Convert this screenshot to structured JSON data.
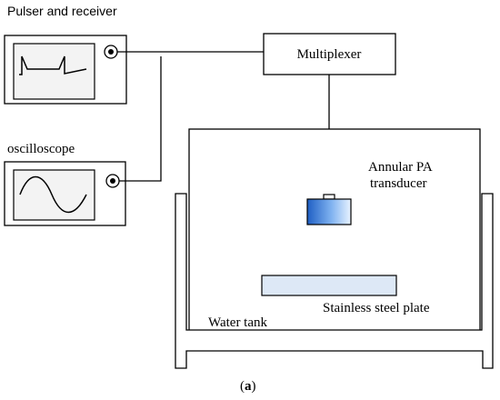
{
  "diagram": {
    "labels": {
      "pulser_receiver": "Pulser and receiver",
      "oscilloscope": "oscilloscope",
      "multiplexer": "Multiplexer",
      "transducer_line1": "Annular PA",
      "transducer_line2": "transducer",
      "plate": "Stainless steel plate",
      "water_tank": "Water tank",
      "caption_open": "(",
      "caption_letter": "a",
      "caption_close": ")"
    },
    "colors": {
      "stroke": "#000000",
      "screen_fill": "#f3f3f3",
      "plate_fill": "#dde8f6",
      "transducer_dark": "#1f5fc4",
      "transducer_light": "#e8f2ff"
    },
    "icons": {
      "pulser_screen": "pulse-waveform-icon",
      "oscilloscope_screen": "sine-waveform-icon",
      "connector": "bnc-connector-icon"
    }
  }
}
